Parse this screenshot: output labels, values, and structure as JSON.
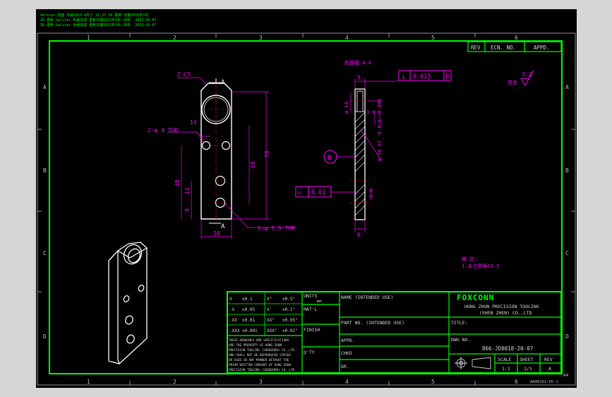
{
  "header_notes": [
    "Version 頁面 手繪2015-4月了 11.17.10 更新 日期2015年3月",
    "2D 更新_Valstar 手繪完成 更新日期2015年3月-29年 -2013-10-07",
    "3D 更新_Valstar 手繪完成 更新日期2015年3月-29年 -2013-10-07"
  ],
  "zone_columns": [
    "1",
    "2",
    "3",
    "4",
    "5",
    "6"
  ],
  "zone_rows": [
    "A",
    "B",
    "C",
    "D"
  ],
  "revision_block": {
    "rev": "REV",
    "ecn": "ECN. NO.",
    "appd": "APPD."
  },
  "front_view": {
    "chamfer": "2-C5",
    "section_mark": "A",
    "holes_small": "2-φ 4 THR",
    "holes_large": "2-φ 5.5 THR",
    "dims": {
      "top_offset": "14",
      "length_70": "70",
      "length_60": "60",
      "length_40": "40",
      "length_12": "12",
      "length_9": "9",
      "width_20": "20"
    }
  },
  "section_view": {
    "title": "剖面圖 A-A",
    "dim_5": "5",
    "perp_tol": "⊥",
    "perp_value": "0.015",
    "perp_datum": "B",
    "dim_14": "φ 14",
    "dim_1_6": "1.6",
    "bore": "φ 16 K7",
    "bore_dim": "φ 16 K7 -0.018/+0.006",
    "datum_b": "B",
    "flatness_sym": "▱",
    "flatness_value": "0.01",
    "dim_1_6b": "1.6",
    "dim_6": "6"
  },
  "roughness": {
    "label": "其余",
    "value": "3.2"
  },
  "notes_block": {
    "line1": "備 註:",
    "line2": "1.未注倒角C0.5"
  },
  "tolerance_table": [
    [
      "X",
      "±0.1",
      "X°",
      "±0.5°"
    ],
    [
      ".X",
      "±0.05",
      "X'",
      "±0.1°"
    ],
    [
      ".XX",
      "±0.01",
      "XX°",
      "±0.05°"
    ],
    [
      ".XXX",
      "±0.001",
      "XXX°",
      "±0.01°"
    ]
  ],
  "units_label": "UNITS",
  "units_value": "mm",
  "matl_label": "MAT'L",
  "finish_label": "FINISH",
  "qty_label": "Q'TY",
  "disclaimer": [
    "THESE DRAWINGS AND SPECIFICATIONS",
    "ARE THE PROPERTY OF HONG ZHUN",
    "PRECISION TOOLING (SHENZHEN) CO.,LTD",
    "AND SHALL NOT BE REPRODUCED COPIED",
    "OR USED IN ANY MANNER WITHOUT THE",
    "PRIOR WRITTEN CONSENT OF HONG ZHUN",
    "PRECISION TOOLING (SHENZHEN) CO.,LTD"
  ],
  "name_label": "NAME (INTENDED USE)",
  "partno_label": "PART NO. (INTENDED USE)",
  "appd_label": "APPD.",
  "chkd_label": "CHKD",
  "dr_label": "DR.",
  "company": {
    "logo": "FOXCONN",
    "line1": "HONG ZHUN PRECISION TOOLING",
    "line2": "(SHEN ZHEN) CO.,LTD"
  },
  "title_label": "TITLE:",
  "dwg_label": "DWG NO.",
  "dwg_no": "866-JD0018-20-07",
  "scale_label": "SCALE",
  "scale_value": "1:1",
  "sheet_label": "SHEET",
  "sheet_value": "1/1",
  "rev_label": "REV",
  "rev_value": "A",
  "sheet_size": "A4",
  "form_no": "AAH0101-05-1",
  "colors": {
    "border": "#00ff00",
    "dim": "#ff00ff",
    "part": "#ffffff",
    "text_yellow": "#ffff00",
    "center": "#ff0000",
    "title_text": "#d6d6d6"
  }
}
